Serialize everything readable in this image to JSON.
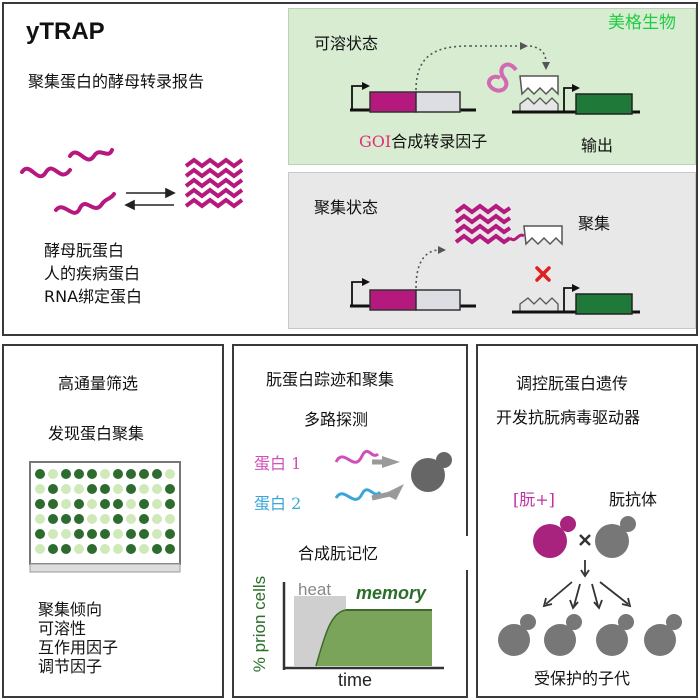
{
  "watermark": "美格生物",
  "top": {
    "logo": "yTRAP",
    "subtitle": "聚集蛋白的酵母转录报告",
    "left_list": [
      "酵母朊蛋白",
      "人的疾病蛋白",
      "RNA绑定蛋白"
    ],
    "soluble": {
      "title": "可溶状态",
      "goi_prefix": "GOI",
      "goi_rest": "合成转录因子",
      "output": "输出"
    },
    "aggregated": {
      "title": "聚集状态",
      "label": "聚集"
    }
  },
  "bottom_left": {
    "line1": "高通量筛选",
    "line2": "发现蛋白聚集",
    "list": [
      "聚集倾向",
      "可溶性",
      "互作用因子",
      "调节因子"
    ]
  },
  "bottom_mid": {
    "title": "朊蛋白踪迹和聚集",
    "subtitle": "多路探测",
    "protein1": "蛋白 1",
    "protein2": "蛋白 2",
    "memory_title": "合成朊记忆",
    "chart": {
      "heat_label": "heat",
      "memory_label": "memory",
      "ylabel": "% prion cells",
      "xlabel": "time"
    }
  },
  "bottom_right": {
    "title": "调控朊蛋白遗传",
    "subtitle": "开发抗朊病毒驱动器",
    "prion_label": "[朊+]",
    "antibody_label": "朊抗体",
    "offspring_label": "受保护的子代"
  },
  "colors": {
    "magenta": "#b5197e",
    "dark_green": "#1f7a3a",
    "panel_green": "#d7ecd1",
    "panel_gray": "#e8e8e8",
    "well_dark": "#2e6b2e",
    "well_light": "#cfe9b8",
    "memory_green": "#7aa45a",
    "watermark_green": "#22cc44"
  }
}
